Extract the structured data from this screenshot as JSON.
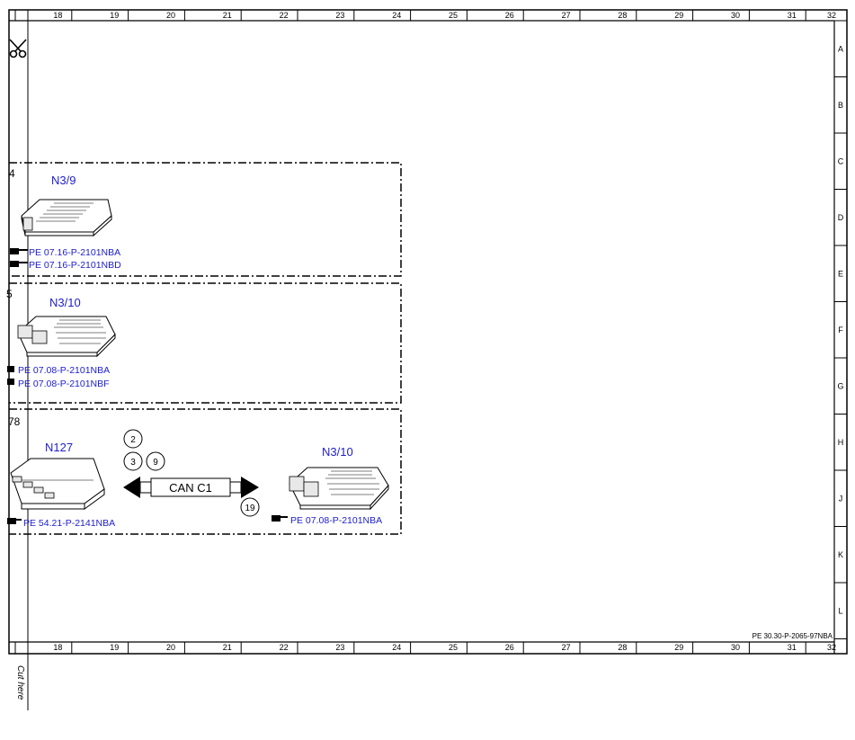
{
  "grid": {
    "columns": [
      "18",
      "19",
      "20",
      "21",
      "22",
      "23",
      "24",
      "25",
      "26",
      "27",
      "28",
      "29",
      "30",
      "31",
      "32"
    ],
    "rows": [
      "A",
      "B",
      "C",
      "D",
      "E",
      "F",
      "G",
      "H",
      "J",
      "K",
      "L"
    ]
  },
  "icons": {
    "scissors": "scissors-icon",
    "reference": "pointing-hand-icon"
  },
  "box1": {
    "fragment": "4",
    "component": "N3/9",
    "refs": [
      "PE 07.16-P-2101NBA",
      "PE 07.16-P-2101NBD"
    ]
  },
  "box2": {
    "fragment": "5",
    "component": "N3/10",
    "refs": [
      "PE 07.08-P-2101NBA",
      "PE 07.08-P-2101NBF"
    ]
  },
  "box3": {
    "fragment": "78",
    "left_component": "N127",
    "left_ref": "PE 54.21-P-2141NBA",
    "right_component": "N3/10",
    "right_ref": "PE 07.08-P-2101NBA",
    "bus_label": "CAN C1",
    "circles": [
      "2",
      "3",
      "9",
      "19"
    ]
  },
  "doc_number": "PE 30.30-P-2065-97NBA",
  "cut_label": "Cut here",
  "colors": {
    "reference_text": "#2020cc",
    "lines": "#000000"
  }
}
